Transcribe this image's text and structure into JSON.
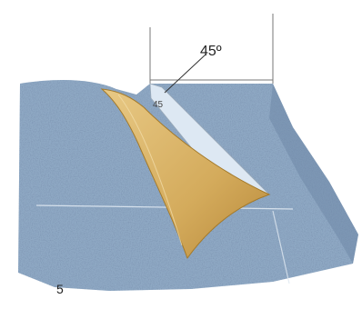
{
  "diagram": {
    "angle_label": "45º",
    "angle_label_small": "45",
    "figure_number": "5"
  },
  "colors": {
    "stone_fill": "#8fa9c4",
    "stone_dark": "#6f89a8",
    "cut_face": "#dde8f3",
    "chip_fill": "#d9b468",
    "chip_edge": "#a47a2a",
    "line": "#555555"
  }
}
